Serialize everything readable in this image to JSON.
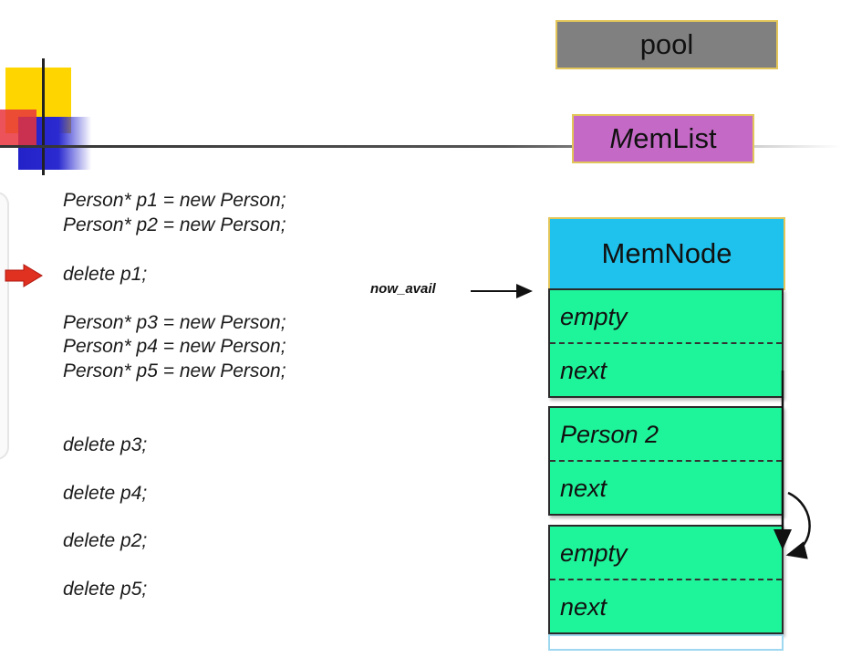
{
  "code": {
    "line1": "Person* p1 = new Person;",
    "line2": "Person* p2 = new Person;",
    "line3": "delete p1;",
    "line4": "Person* p3 = new Person;",
    "line5": "Person* p4 = new Person;",
    "line6": "Person* p5 = new Person;",
    "line7": "delete p3;",
    "line8": "delete p4;",
    "line9": "delete p2;",
    "line10": "delete p5;"
  },
  "labels": {
    "pool": "pool",
    "memlist": "MemList",
    "memnode": "MemNode",
    "now_avail": "now_avail"
  },
  "nodes": [
    {
      "top": "empty",
      "bottom": "next"
    },
    {
      "top": "Person 2",
      "bottom": "next"
    },
    {
      "top": "empty",
      "bottom": "next"
    }
  ],
  "colors": {
    "pool": "#808080",
    "memlist": "#c46ac6",
    "memnode": "#1ec2ec",
    "node": "#1ef59a",
    "pointer_arrow": "#e03020"
  }
}
